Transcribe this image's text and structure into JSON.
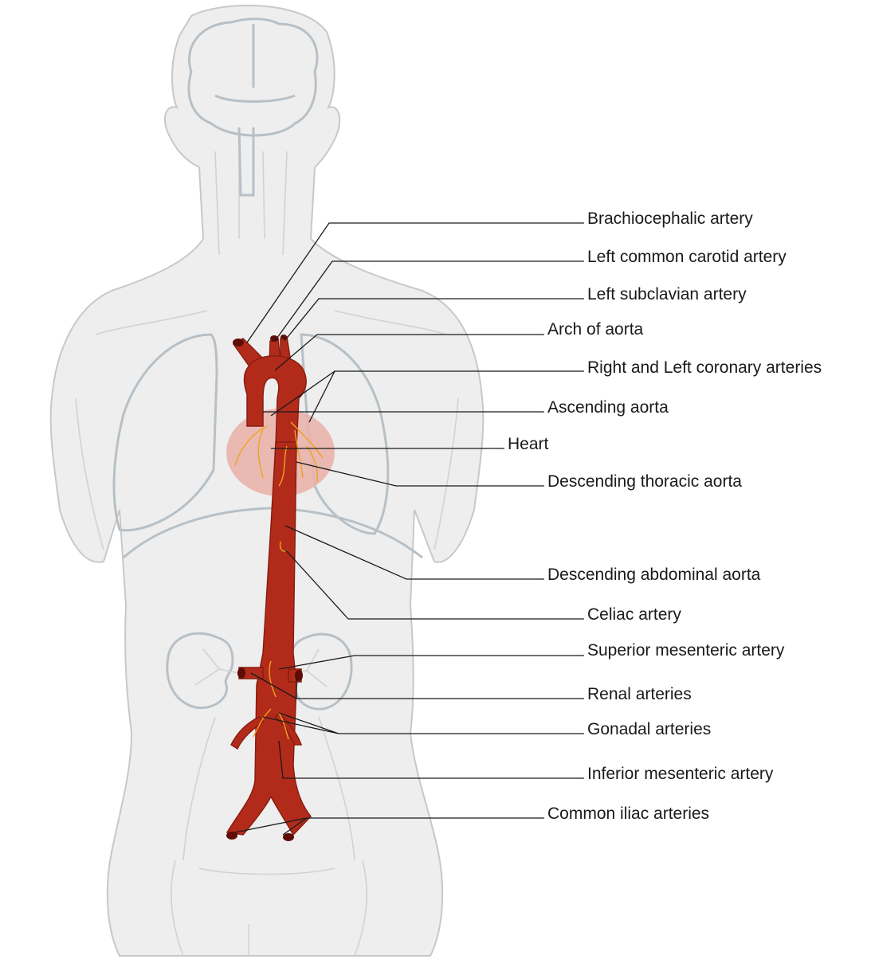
{
  "labels": {
    "brachiocephalic": "Brachiocephalic artery",
    "left_common_carotid": "Left common carotid artery",
    "left_subclavian": "Left subclavian artery",
    "arch_of_aorta": "Arch of aorta",
    "coronary": "Right and Left coronary arteries",
    "ascending_aorta": "Ascending aorta",
    "heart": "Heart",
    "descending_thoracic": "Descending thoracic aorta",
    "descending_abdominal": "Descending abdominal aorta",
    "celiac": "Celiac artery",
    "superior_mesenteric": "Superior mesenteric artery",
    "renal": "Renal arteries",
    "gonadal": "Gonadal arteries",
    "inferior_mesenteric": "Inferior mesenteric artery",
    "common_iliac": "Common iliac arteries"
  },
  "colors": {
    "artery": "#b22b1a",
    "heart": "#e9b3ab",
    "coronary": "#f0a21e",
    "body": "#eeeeee"
  }
}
